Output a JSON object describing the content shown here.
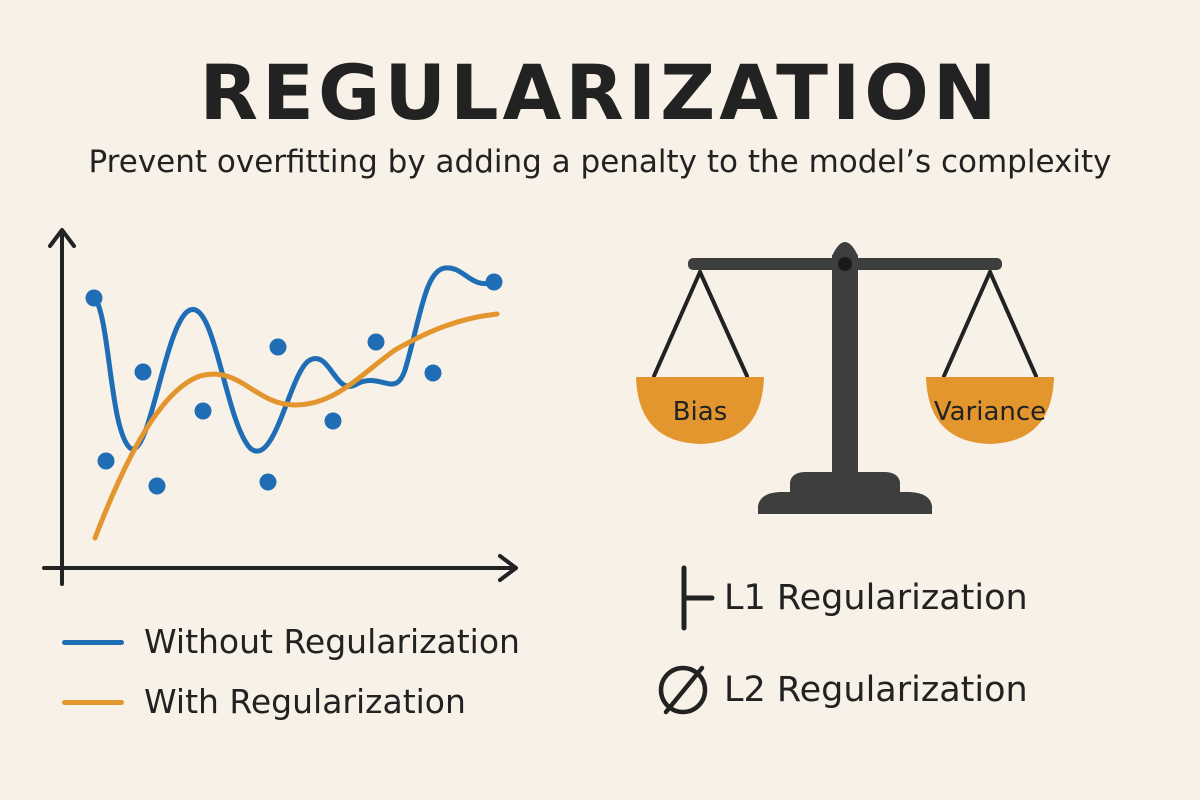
{
  "title": "REGULARIZATION",
  "subtitle": "Prevent overfitting by adding a penalty to the model’s complexity",
  "colors": {
    "background": "#f8f1e8",
    "blue": "#1f6db5",
    "orange": "#e3962e",
    "dark": "#3e3e3e",
    "text": "#222222"
  },
  "legend": [
    {
      "label": "Without Regularization",
      "color": "#1f6db5"
    },
    {
      "label": "With Regularization",
      "color": "#e3962e"
    }
  ],
  "scale": {
    "left_pan": "Bias",
    "right_pan": "Variance"
  },
  "regularization_types": [
    {
      "icon": "l1-bar-icon",
      "label": "L1 Regularization"
    },
    {
      "icon": "l2-circle-slash-icon",
      "label": "L2 Regularization"
    }
  ]
}
